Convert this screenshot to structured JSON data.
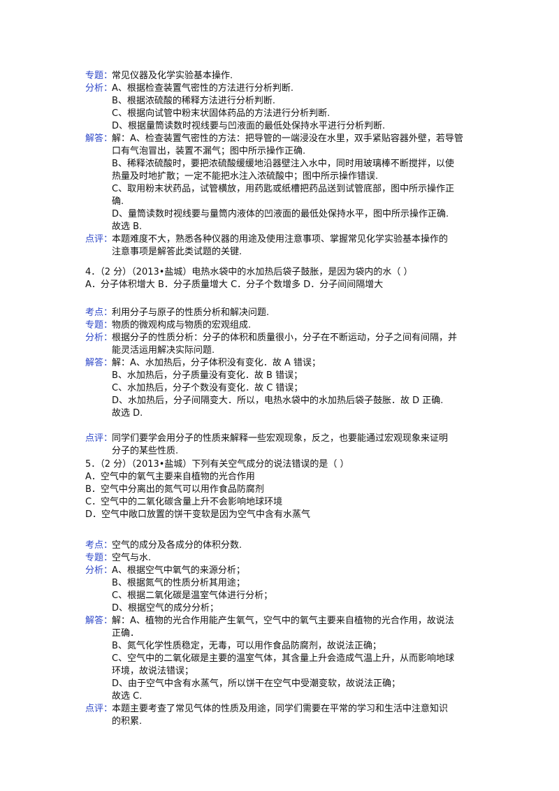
{
  "blocks": [
    {
      "label": "专题：",
      "lines": [
        "常见仪器及化学实验基本操作."
      ]
    },
    {
      "label": "分析：",
      "lines": [
        "A、根据检查装置气密性的方法进行分析判断.",
        "B、根据浓硫酸的稀释方法进行分析判断.",
        "C、根据向试管中粉末状固体药品的方法进行分析判断.",
        "D、根据量筒读数时视线要与凹液面的最低处保持水平进行分析判断."
      ]
    },
    {
      "label": "解答：",
      "lines": [
        "解：A、检查装置气密性的方法：把导管的一端浸没在水里，双手紧贴容器外壁，若导管",
        "口有气泡冒出，装置不漏气；图中所示操作正确.",
        "B、稀释浓硫酸时，要把浓硫酸缓缓地沿器壁注入水中，同时用玻璃棒不断搅拌，以使",
        "热量及时地扩散；一定不能把水注入浓硫酸中；图中所示操作错误.",
        "C、取用粉末状药品，试管横放，用药匙或纸槽把药品送到试管底部，图中所示操作正",
        "确.",
        "D、量筒读数时视线要与量筒内液体的凹液面的最低处保持水平，图中所示操作正确.",
        "故选 B."
      ]
    },
    {
      "label": "点评：",
      "lines": [
        "本题难度不大，熟悉各种仪器的用途及使用注意事项、掌握常见化学实验基本操作的",
        "注意事项是解答此类试题的关键."
      ]
    },
    {
      "label": "",
      "lines": [
        "4．（2 分）（2013•盐城）电热水袋中的水加热后袋子鼓胀，是因为袋内的水（      ）",
        "A．分子体积增大        B．分子质量增大        C．分子个数增多        D．分子间间隔增大"
      ]
    },
    {
      "label": "考点：",
      "lines": [
        "利用分子与原子的性质分析和解决问题."
      ]
    },
    {
      "label": "专题：",
      "lines": [
        "物质的微观构成与物质的宏观组成."
      ]
    },
    {
      "label": "分析：",
      "lines": [
        "根据分子的性质分析：分子的体积和质量很小，分子在不断运动，分子之间有间隔，并",
        "能灵活运用解决实际问题."
      ]
    },
    {
      "label": "解答：",
      "lines": [
        "解：A、水加热后，分子体积没有变化．故 A 错误；",
        "B、水加热后，分子质量没有变化．故 B 错误；",
        "C、水加热后，分子个数没有变化．故 C 错误；",
        "D、水加热后，分子间隔变大．所以，电热水袋中的水加热后袋子鼓胀．故 D 正确.",
        "故选 D."
      ]
    },
    {
      "label": "点评：",
      "lines": [
        "同学们要学会用分子的性质来解释一些宏观现象，反之，也要能通过宏观现象来证明",
        "分子的某些性质."
      ]
    },
    {
      "label": "",
      "lines": [
        "5．（2 分）（2013•盐城）下列有关空气成分的说法错误的是（      ）",
        "A．空气中的氧气主要来自植物的光合作用",
        "B．空气中分离出的氮气可以用作食品防腐剂",
        "C．空气中的二氧化碳含量上升不会影响地球环境",
        "D．空气中敞口放置的饼干变软是因为空气中含有水蒸气"
      ]
    },
    {
      "label": "考点：",
      "lines": [
        "空气的成分及各成分的体积分数."
      ]
    },
    {
      "label": "专题：",
      "lines": [
        "空气与水."
      ]
    },
    {
      "label": "分析：",
      "lines": [
        "A、根据空气中氧气的来源分析；",
        "B、根据氮气的性质分析其用途；",
        "C、根据二氧化碳是温室气体进行分析；",
        "D、根据空气的成分分析；"
      ]
    },
    {
      "label": "解答：",
      "lines": [
        "解：A、植物的光合作用能产生氧气，空气中的氧气主要来自植物的光合作用，故说法",
        "正确．",
        "B、氮气化学性质稳定，无毒，可以用作食品防腐剂，故说法正确；",
        "C、空气中的二氧化碳是主要的温室气体，其含量上升会造成气温上升，从而影响地球",
        "环境，故说法错误；",
        "D、由于空气中含有水蒸气，所以饼干在空气中受潮变软，故说法正确；",
        "故选 C."
      ]
    },
    {
      "label": "点评：",
      "lines": [
        "本题主要考查了常见气体的性质及用途，同学们需要在平常的学习和生活中注意知识",
        "的积累."
      ]
    }
  ]
}
